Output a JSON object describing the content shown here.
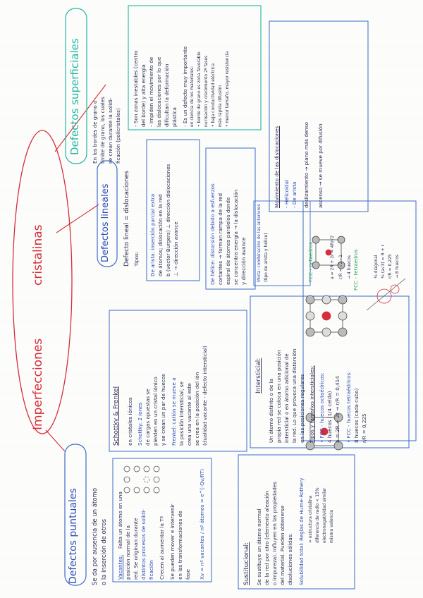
{
  "title": {
    "word1": "Imperfecciones",
    "word2": "cristalinas"
  },
  "sup": {
    "header": "Defectos superficiales",
    "intro": [
      "En los bordes de grano o",
      "límite de grano, los cuales",
      "se crean durante la solidi-",
      "ficación (policristales)"
    ],
    "box": [
      "- Son zonas inestables (centro",
      "  del borde) y alta energía",
      "- Impiden el movimiento de",
      "  las dislocaciones por lo que",
      "  dificultan la deformación",
      "  plástica",
      "- Es un defecto muy importante",
      "  en ciencia de los materiales:",
      "• borde de grano es zona favorable",
      "  nucleación y crecimiento 2ª fases",
      "• baja conductividad eléctrica",
      "  más rápida difusión",
      "• menor tamaño, mayor resistencia"
    ]
  },
  "lin": {
    "header": "Defectos lineales",
    "def_line": "Defecto lineal = dislocaciones",
    "tipos": "Tipos:",
    "arista": [
      "De arista: inserción parcial extra",
      "de átomos; dislocación en la red",
      "b (vector Burgers) ⊥ dirección dislocaciones",
      "⊥ → dirección avance"
    ],
    "helice": [
      "De hélice: distorsión debido a esfuerzos",
      "cortantes → forman rampa de la red",
      "espiral de átomos paralelos donde",
      "se concentra energía → la dislocación",
      "y dirección avance"
    ],
    "mixta": [
      "Mixta: combinación de las anteriores",
      "(tipo de arista y hélice)"
    ],
    "right": [
      "Movimiento de las dislocaciones",
      "- Helicoidal",
      "- De arista",
      "deslizamiento → plano más denso",
      "ascenso → se mueve por difusión"
    ]
  },
  "punt": {
    "header": "Defectos puntuales",
    "intro": [
      "Se da por ausencia de un átomo",
      "o la inserción de otros"
    ],
    "vac_title": "Vacantes:",
    "vac": [
      "Falta un átomo en una",
      "posición normal de la",
      "red. Se originan durante",
      "distintos procesos de solidi-",
      "ficación",
      "Crecen al aumentar la Tª",
      "Se pueden mover e intervenir",
      "en las transformaciones de",
      "fase"
    ],
    "formula": "Xv = nº vacantes / nº átomos = e^(-Qv/RT)",
    "sch_title": "Schottky & Frenkel",
    "sch": [
      "en cristales iónicos",
      "Schottky: 2 iones",
      "de cargas opuestas se",
      "pierden en un cristal iónico",
      "y se crean un par de huecos",
      "Frenkel: catión se mueve a",
      "la posición intersticial, se",
      "crea una vacante al este",
      "se crea en la posición del ión",
      "(dualidad vacante - defecto intersticial)"
    ],
    "sus_title": "Sustitucional:",
    "sus": [
      "Se sustituye un átomo normal",
      "de la red por otro (elemento aleación",
      "o impureza). Influyen en las propiedades",
      "del material. Pueden obtenerse",
      "disoluciones sólidas:",
      "Solubilidad total: Reglas de Hume-Rothery",
      "= estructura cristalina",
      "diferencia de radio < 15%",
      "electronegatividad similar",
      "misma valencia"
    ],
    "int_title": "Intersticial:",
    "int": [
      "Un átomo distinto o de la",
      "propia red se coloca en una posición",
      "intersticial o en átomo adicional de",
      "la red. Lo que provoca una distorsión",
      "en las posiciones regulares",
      "Tipos y tamaños intersticiales:",
      "• FCC - huecos octaédricos:",
      "  4 huecos (1/4 celda)",
      "  a = 2R + 2r → r/R = 0,414",
      "• FCC - huecos tetraédricos:",
      "  8 huecos (cada cubo)",
      "  r/R = 0,225"
    ],
    "fcc_oct": "FCC - octaedros",
    "fcc_tet": "FCC - tetraedros",
    "fcc_oct_lines": [
      "a = 2R + 2r = 4R/√2",
      "r/R = √2 - 1",
      "→ 4 huecos"
    ],
    "fcc_tet_lines": [
      "¼ diagonal",
      "¼ (a√3) = R + r",
      "r/R = 0,225",
      "→ 8 huecos"
    ]
  },
  "colors": {
    "red": "#d62e3a",
    "blue": "#2c4fb8",
    "teal": "#1fb8a3",
    "green": "#28a34f",
    "ink": "#2b2e55"
  }
}
